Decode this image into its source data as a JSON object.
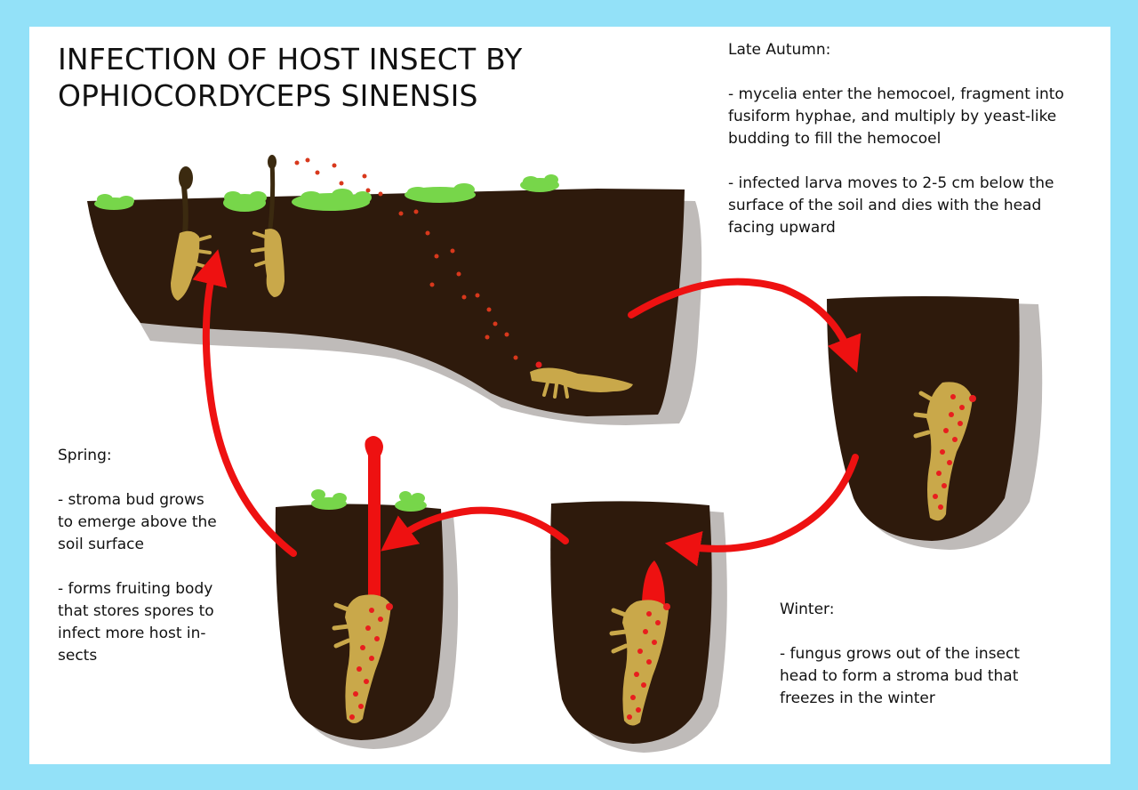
{
  "title": {
    "line1": "INFECTION OF HOST INSECT BY",
    "line2": "OPHIOCORDYCEPS SINENSIS"
  },
  "notes": {
    "late_autumn": {
      "heading": "Late Autumn:",
      "point1": {
        "line1": "- mycelia enter the hemocoel, fragment into",
        "line2": "fusiform hyphae, and multiply by yeast-like",
        "line3": "budding to fill the hemocoel"
      },
      "point2": {
        "line1": "- infected larva moves to 2-5 cm below the",
        "line2": "surface of the soil and dies with the head",
        "line3": "facing upward"
      }
    },
    "winter": {
      "heading": "Winter:",
      "point1": {
        "line1": "- fungus grows out of the insect",
        "line2": "head to form a stroma bud that",
        "line3": "freezes in the winter"
      }
    },
    "spring": {
      "heading": "Spring:",
      "point1": {
        "line1": "- stroma bud grows",
        "line2": "to emerge above the",
        "line3": "soil surface"
      },
      "point2": {
        "line1": "- forms fruiting body",
        "line2": "that stores spores to",
        "line3": "infect more host in-",
        "line4": "sects"
      }
    }
  },
  "colors": {
    "background": "#93e1f8",
    "card": "#ffffff",
    "soil": "#2e1a0c",
    "soil_shadow": "#8a8480",
    "grass": "#77d64a",
    "larva": "#c9a84a",
    "fungus_stalk": "#3b2a10",
    "fungus_spot": "#e81e1e",
    "arrow": "#ee1111",
    "spore": "#d8381c"
  }
}
